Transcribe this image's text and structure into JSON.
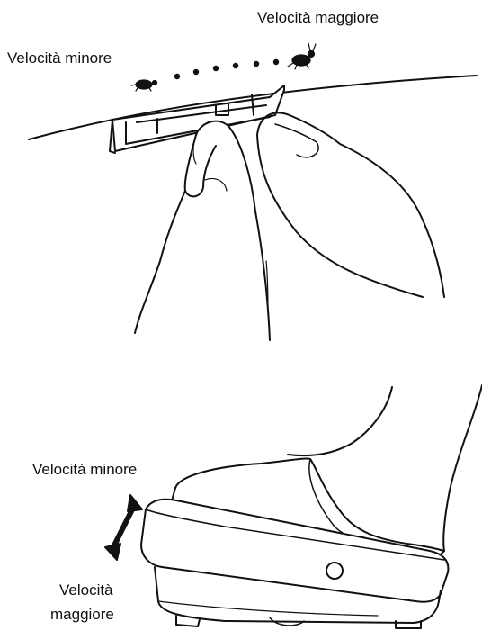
{
  "top_panel": {
    "label_max": "Velocità maggiore",
    "label_min": "Velocità minore",
    "slow_icon": "turtle-icon",
    "fast_icon": "rabbit-icon",
    "dot_count": 6
  },
  "bottom_panel": {
    "label_min": "Velocità minore",
    "label_max_line1": "Velocità",
    "label_max_line2": "maggiore",
    "arrow_icon": "double-arrow-icon"
  }
}
